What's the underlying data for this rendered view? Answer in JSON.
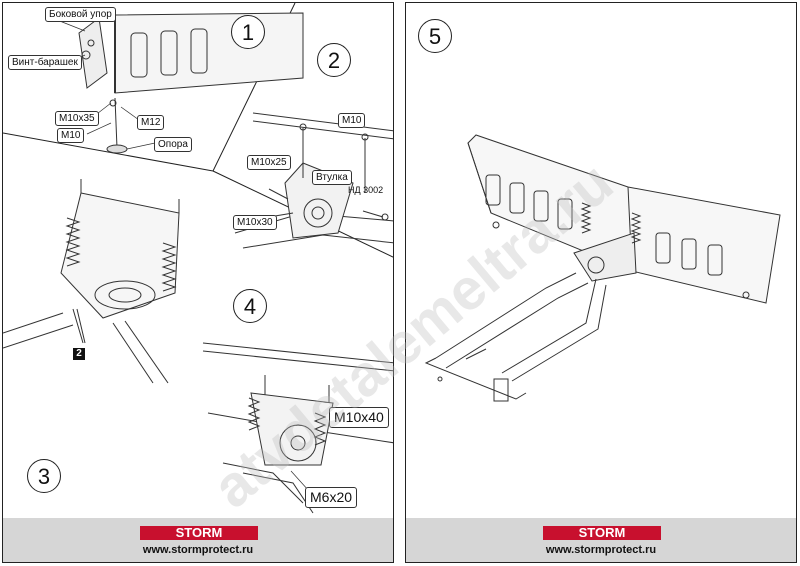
{
  "steps": {
    "s1": "1",
    "s2": "2",
    "s3": "3",
    "s4": "4",
    "s5": "5"
  },
  "labels": {
    "side_stop": "Боковой упор",
    "wing_screw": "Винт-барашек",
    "m10x35": "M10x35",
    "m12": "M12",
    "m10_a": "M10",
    "support": "Опора",
    "m10_b": "M10",
    "m10x25": "M10x25",
    "bushing": "Втулка",
    "nd3002": "НД 3002",
    "m10x30": "M10x30",
    "badge2": "2",
    "m10x40": "M10x40",
    "m6x20": "M6x20"
  },
  "footer": {
    "logo": "STORM",
    "url": "www.stormprotect.ru"
  },
  "watermark": "atvdetalemeltra.ru",
  "colors": {
    "logo_red": "#c8102e",
    "footer_bg": "#d6d6d6",
    "line": "#222222"
  }
}
